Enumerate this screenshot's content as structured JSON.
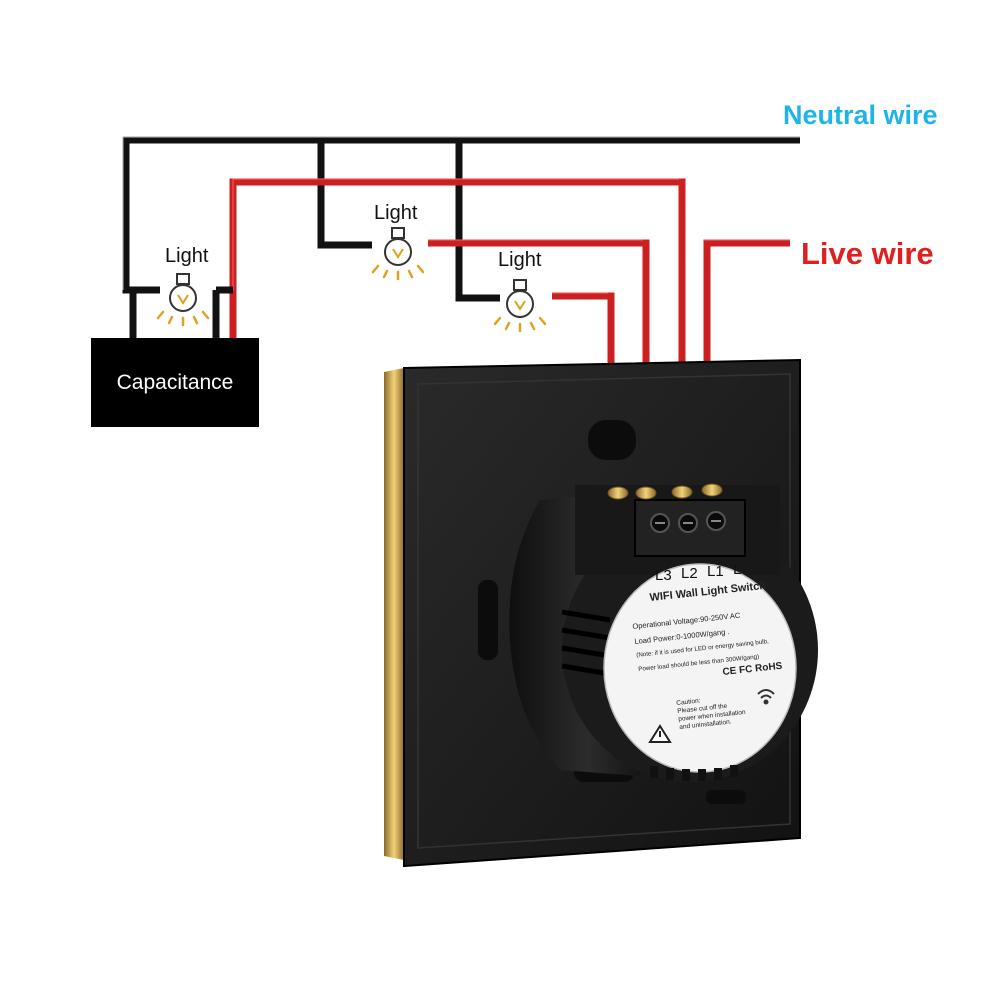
{
  "wires": {
    "neutral_label": "Neutral wire",
    "live_label": "Live wire"
  },
  "lights": [
    {
      "label": "Light"
    },
    {
      "label": "Light"
    },
    {
      "label": "Light"
    }
  ],
  "capacitance": {
    "label": "Capacitance"
  },
  "switch": {
    "terminals": [
      "L3",
      "L2",
      "L1",
      "L"
    ],
    "sticker": {
      "title": "WIFI Wall Light Switch",
      "lines": [
        "Operational Voltage:90-250V AC",
        "Load Power:0-1000W/gang .",
        "(Note: if it is used for LED or energy saving bulb,",
        "Power load should be less than 300W/gang)"
      ],
      "certs": "CE FC RoHS",
      "caution": [
        "Caution:",
        "Please cut off the",
        "power when installation",
        "and uninstallation."
      ]
    }
  },
  "colors": {
    "neutral_wire": "#111111",
    "live_wire": "#cc1f1f",
    "neutral_label": "#1fb3e8",
    "live_label": "#e02020",
    "panel": "#1a1a1a",
    "panel_edge": "#b8964a"
  }
}
